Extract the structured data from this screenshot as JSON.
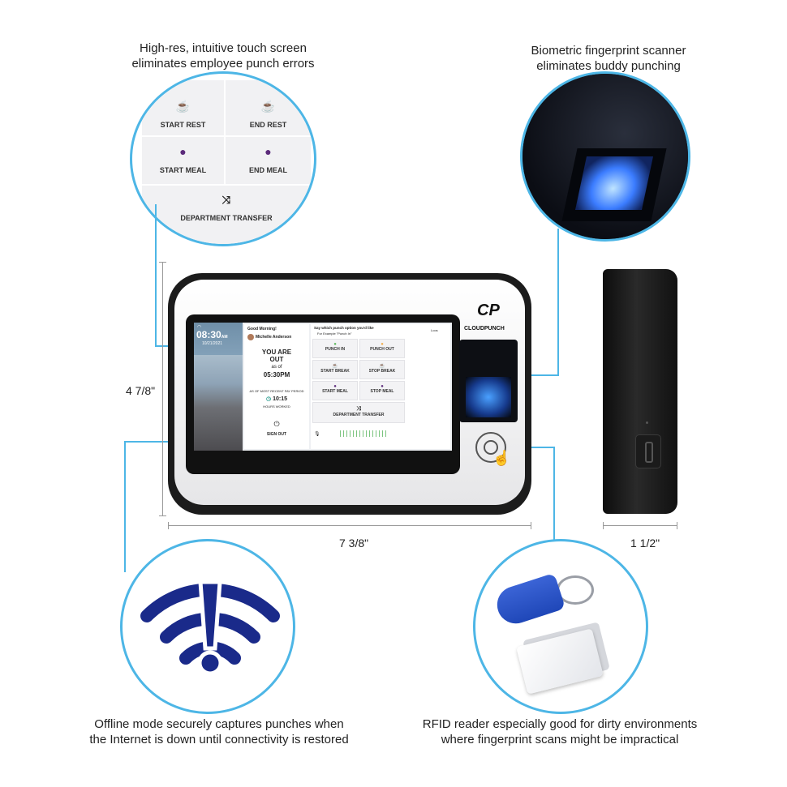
{
  "captions": {
    "touch": [
      "High-res, intuitive touch screen",
      "eliminates employee punch errors"
    ],
    "finger": [
      "Biometric fingerprint scanner",
      "eliminates buddy punching"
    ],
    "offline": [
      "Offline mode securely captures punches when",
      "the Internet is down until connectivity is restored"
    ],
    "rfid": [
      "RFID reader especially good for dirty environments",
      "where fingerprint scans might be impractical"
    ]
  },
  "dimensions": {
    "height": "4 7/8\"",
    "width": "7 3/8\"",
    "depth": "1 1/2\""
  },
  "zoom_buttons": {
    "start_rest": "START REST",
    "end_rest": "END REST",
    "start_meal": "START MEAL",
    "end_meal": "END MEAL",
    "department_transfer": "DEPARTMENT TRANSFER"
  },
  "device": {
    "brand": "CLOUDPUNCH",
    "logo": "CP",
    "time": "08:30",
    "time_suffix": "AM",
    "date": "10/21/2021",
    "greeting": "Good Morning!",
    "user": "Michelle Anderson",
    "status_line1": "YOU ARE",
    "status_line2": "OUT",
    "status_line3": "as of",
    "status_time": "05:30PM",
    "period_label": "AS OF MOST RECENT PAY PERIOD",
    "hours": "10:15",
    "hours_label": "HOURS WORKED",
    "sign_out": "SIGN OUT",
    "voice_prompt": "Say which punch option you'd like",
    "voice_example": "For Example \"Punch In\"",
    "lang": "Loos",
    "punch_in": "PUNCH IN",
    "punch_out": "PUNCH OUT",
    "start_break": "START BREAK",
    "stop_break": "STOP BREAK",
    "start_meal": "START MEAL",
    "stop_meal": "STOP MEAL",
    "department_transfer": "DEPARTMENT TRANSFER"
  },
  "colors": {
    "accent_line": "#4db6e6",
    "wifi_blue": "#1a2a8a",
    "fob_blue": "#1f47b8"
  }
}
